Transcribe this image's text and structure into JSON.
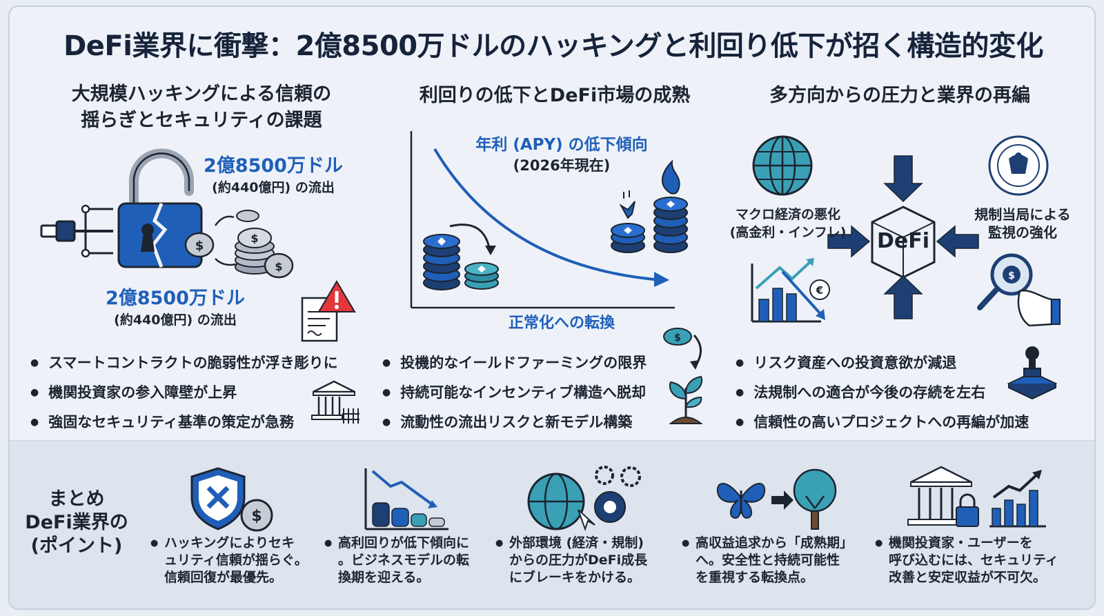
{
  "title": "DeFi業界に衝撃：2億8500万ドルのハッキングと利回り低下が招く構造的変化",
  "col1": {
    "heading_line1": "大規模ハッキングによる信頼の",
    "heading_line2": "揺らぎとセキュリティの課題",
    "amount_top": "2億8500万ドル",
    "amount_top_sub": "(約440億円) の流出",
    "amount_bottom": "2億8500万ドル",
    "amount_bottom_sub": "(約440億円) の流出",
    "bullets": [
      "スマートコントラクトの脆弱性が浮き彫りに",
      "機関投資家の参入障壁が上昇",
      "強固なセキュリティ基準の策定が急務"
    ]
  },
  "col2": {
    "heading": "利回りの低下とDeFi市場の成熟",
    "chart_label": "年利 (APY) の低下傾向",
    "chart_sublabel": "(2026年現在)",
    "axis_caption": "正常化への転換",
    "bullets": [
      "投機的なイールドファーミングの限界",
      "持続可能なインセンティブ構造へ脱却",
      "流動性の流出リスクと新モデル構築"
    ]
  },
  "col3": {
    "heading": "多方向からの圧力と業界の再編",
    "macro_label_line1": "マクロ経済の悪化",
    "macro_label_line2": "(高金利・インフレ)",
    "reg_label_line1": "規制当局による",
    "reg_label_line2": "監視の強化",
    "center_label": "DeFi",
    "bullets": [
      "リスク資産への投資意欲が減退",
      "法規制への適合が今後の存続を左右",
      "信頼性の高いプロジェクトへの再編が加速"
    ]
  },
  "summary": {
    "heading_line1": "まとめ",
    "heading_line2": "DeFi業界の",
    "heading_line3": "(ポイント)",
    "points": [
      {
        "l1": "ハッキングによりセキ",
        "l2": "ュリティ信頼が揺らぐ。",
        "l3": "信頼回復が最優先。"
      },
      {
        "l1": "高利回りが低下傾向に",
        "l2": "。ビジネスモデルの転",
        "l3": "換期を迎える。"
      },
      {
        "l1": "外部環境 (経済・規制)",
        "l2": "からの圧力がDeFi成長",
        "l3": "にブレーキをかける。"
      },
      {
        "l1": "高収益追求から「成熟期」",
        "l2": "へ。安全性と持続可能性",
        "l3": "を重視する転換点。"
      },
      {
        "l1": "機関投資家・ユーザーを",
        "l2": "呼び込むには、セキュリティ",
        "l3": "改善と安定収益が不可欠。"
      }
    ]
  },
  "colors": {
    "accent": "#1f5fb8",
    "navy": "#1d3f73",
    "teal": "#3aa0b5",
    "alert": "#e2373b"
  },
  "icons": [
    "broken-padlock-icon",
    "coin-stack-icon",
    "warning-document-icon",
    "bank-building-icon",
    "globe-icon",
    "seal-icon",
    "magnifier-hand-icon",
    "chart-down-icon",
    "arrow-icon",
    "seedling-icon",
    "stamp-icon",
    "shield-x-icon",
    "gear-icon",
    "butterfly-icon",
    "tree-icon",
    "bank-lock-icon"
  ]
}
